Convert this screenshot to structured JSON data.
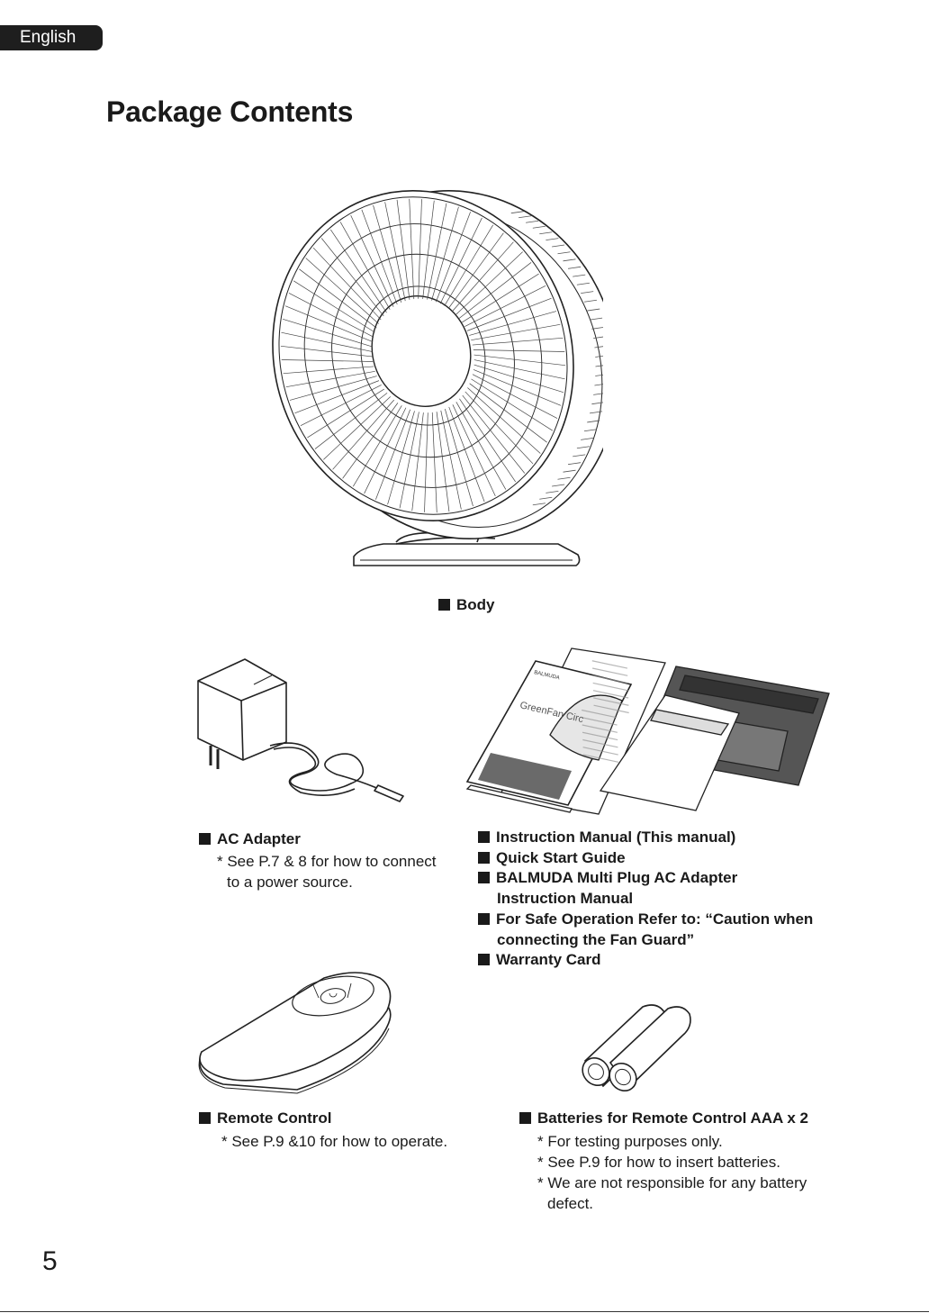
{
  "language_tab": "English",
  "page_title": "Package Contents",
  "body": {
    "label": "Body"
  },
  "ac_adapter": {
    "label": "AC Adapter",
    "note_line1": "* See P.7 & 8 for how to connect",
    "note_line2": "to a power source."
  },
  "documents": {
    "items": [
      {
        "line1": "Instruction Manual (This manual)"
      },
      {
        "line1": "Quick Start Guide"
      },
      {
        "line1": "BALMUDA Multi Plug AC Adapter",
        "line2": "Instruction Manual"
      },
      {
        "line1": "For Safe Operation Refer to: “Caution when",
        "line2": "connecting the Fan Guard”"
      },
      {
        "line1": "Warranty Card"
      }
    ],
    "manual_cover_brand": "BALMUDA",
    "manual_cover_title": "GreenFan Circ"
  },
  "remote": {
    "label": "Remote Control",
    "note": "* See P.9 &10 for how to operate."
  },
  "batteries": {
    "label": "Batteries for Remote Control AAA x 2",
    "notes": [
      {
        "line1": "* For testing purposes only."
      },
      {
        "line1": "* See P.9 for how to insert batteries."
      },
      {
        "line1": "* We are not responsible for any battery",
        "line2": "defect."
      }
    ]
  },
  "page_number": "5"
}
